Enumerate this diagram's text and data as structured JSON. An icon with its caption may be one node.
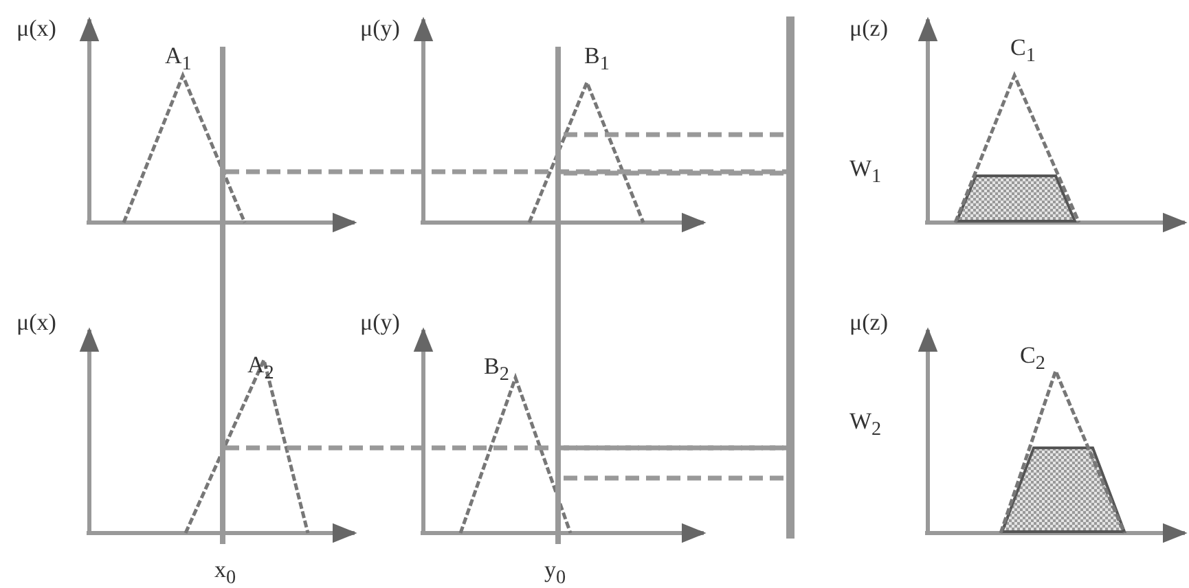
{
  "diagram": {
    "labels": [
      "μ(x)",
      "A$_{1}$",
      "μ(y)",
      "B$_{1}$",
      "μ(z)",
      "C$_{1}$",
      "W$_{1}$",
      "μ(x)",
      "A$_{2}$",
      "μ(y)",
      "B$_{2}$",
      "μ(z)",
      "C$_{2}$",
      "W$_{2}$",
      "x$_{0}$",
      "y$_{0}$"
    ]
  }
}
